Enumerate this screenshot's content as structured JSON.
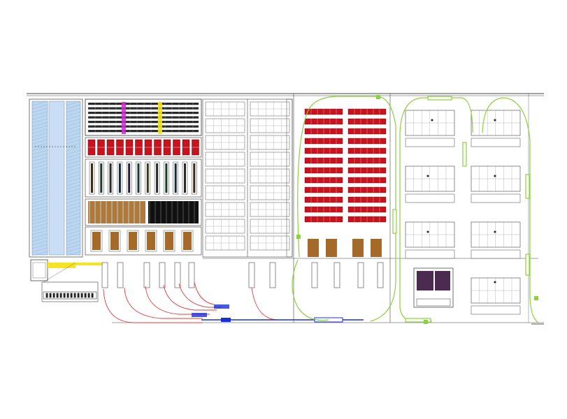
{
  "drawing": {
    "type": "warehouse-layout-plan",
    "colors": {
      "line": "#555555",
      "grid_fill": "#bcd6f0",
      "rack_red": "#c8121e",
      "rack_dark": "#2a2a2a",
      "pallet_brown": "#a36a2a",
      "rack_purple": "#d22ad6",
      "rack_yellow": "#f2e41e",
      "path_red": "#e83b3b",
      "path_blue": "#1a2fd9",
      "path_green": "#8cd13e",
      "aisle_yellow": "#f6e321"
    },
    "zones": {
      "left_storage": {
        "name": "high-bay-storage"
      },
      "mixed_racks": {
        "rows": [
          "multi-tier",
          "red-racks",
          "shelving",
          "pallet-blocks",
          "ground-blocks"
        ]
      },
      "center_bays": {
        "name": "center-shelving"
      },
      "red_rack_block": {
        "rows": 12,
        "cols": 2
      },
      "right_bays": {
        "rows": 4,
        "cols": 2
      }
    }
  }
}
